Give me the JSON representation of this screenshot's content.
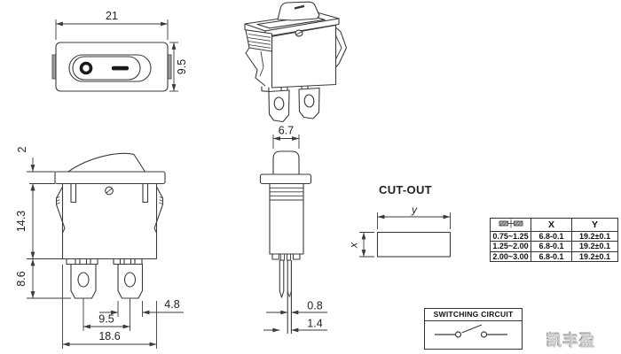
{
  "colors": {
    "line": "#3a3a3a",
    "text": "#222222",
    "watermark_gray": "#c8c8c8",
    "side_tab_gray": "#9a9a9a"
  },
  "top_view": {
    "width_dim": "21",
    "height_dim": "9.5"
  },
  "front_view": {
    "flange_dim": "2",
    "body_height_dim": "14.3",
    "terminal_height_dim": "8.6",
    "terminal_width_dim": "4.8",
    "pitch_dim": "9.5",
    "width_dim": "18.6"
  },
  "side_view": {
    "rocker_width_dim": "6.7",
    "pin_thickness_dim": "0.8",
    "pin_span_dim": "1.4"
  },
  "cutout": {
    "title": "CUT-OUT",
    "x_label": "x",
    "y_label": "y"
  },
  "panel_table": {
    "col_x": "X",
    "col_y": "Y",
    "rows": [
      {
        "thickness": "0.75~1.25",
        "x": "6.8-0.1",
        "y": "19.2±0.1"
      },
      {
        "thickness": "1.25~2.00",
        "x": "6.8-0.1",
        "y": "19.2±0.1"
      },
      {
        "thickness": "2.00~3.00",
        "x": "6.8-0.1",
        "y": "19.2±0.1"
      }
    ]
  },
  "switching_circuit": {
    "title": "SWITCHING CIRCUIT"
  },
  "watermark": {
    "text": "凯丰盈"
  }
}
